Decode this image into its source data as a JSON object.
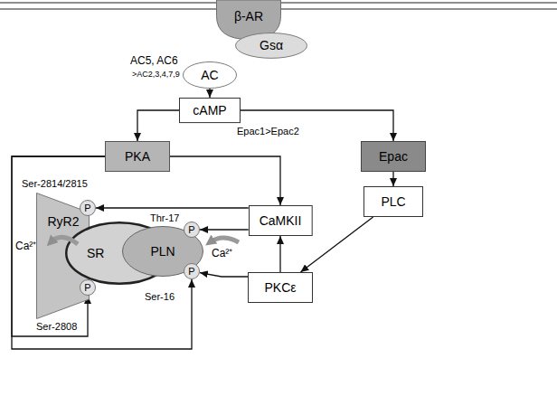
{
  "diagram": {
    "nodes": [
      {
        "text": [
          "β-AR"
        ]
      },
      {
        "text": [
          "Gsα"
        ]
      },
      {
        "text": [
          "AC"
        ]
      },
      {
        "text": [
          "cAMP"
        ]
      },
      {
        "text": [
          "PKA"
        ]
      },
      {
        "text": [
          "Epac"
        ]
      },
      {
        "text": [
          "PLC"
        ]
      },
      {
        "text": [
          "CaMKII"
        ]
      },
      {
        "text": [
          "PKCε"
        ]
      },
      {
        "text": [
          "RyR2"
        ]
      },
      {
        "text": [
          "SR"
        ]
      },
      {
        "text": [
          "PLN"
        ]
      },
      {
        "text": [
          "P"
        ]
      },
      {
        "text": [
          "P"
        ]
      },
      {
        "text": [
          "P"
        ]
      },
      {
        "text": [
          "P"
        ]
      }
    ],
    "edges": [
      {
        "from": 2,
        "to": 3,
        "arrow": "to"
      },
      {
        "from": 3,
        "to": 4,
        "arrow": "to"
      },
      {
        "from": 3,
        "to": 5,
        "arrow": "to"
      },
      {
        "from": 5,
        "to": 6,
        "arrow": "to"
      },
      {
        "from": 6,
        "to": 8,
        "arrow": "to"
      },
      {
        "from": 4,
        "to": 7,
        "arrow": "to"
      },
      {
        "from": 8,
        "to": 7,
        "arrow": "to"
      },
      {
        "from": 7,
        "to": 12,
        "arrow": "to"
      },
      {
        "from": 7,
        "to": 13,
        "arrow": "to"
      },
      {
        "from": 8,
        "to": 14,
        "arrow": "to"
      },
      {
        "from": 4,
        "to": 15,
        "arrow": "to"
      },
      {
        "from": 4,
        "to": 14,
        "arrow": "to"
      }
    ],
    "labels": [
      "AC5, AC6",
      ">AC2,3,4,7,9",
      "Epac1>Epac2",
      "Ser-2814/2815",
      "Thr-17",
      "Ca²⁺",
      "Ca²⁺",
      "Ser-16",
      "Ser-2808"
    ]
  }
}
